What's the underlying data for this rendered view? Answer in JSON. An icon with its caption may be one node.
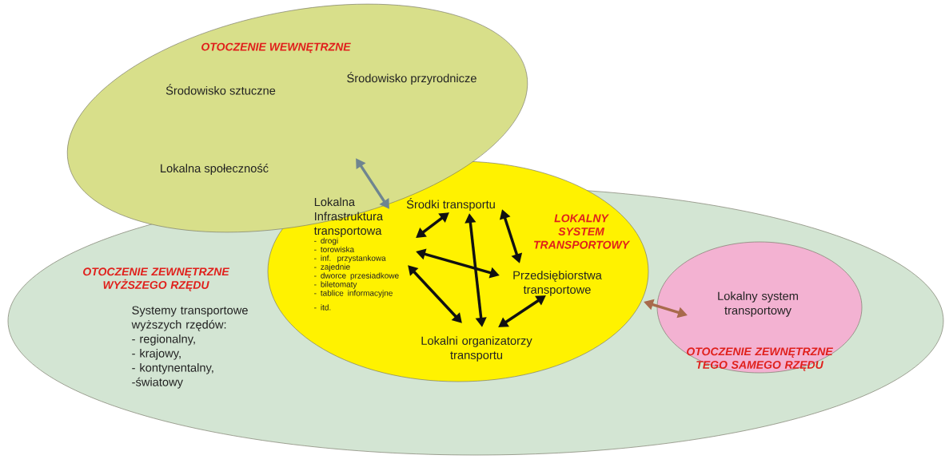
{
  "diagram": {
    "nodes": [
      {
        "text": [
          "OTOCZENIE ZEWNĘTRZNE WYŻSZEGO RZĘDU",
          "Systemy transportowe wyższych rzędów:",
          "- regionalny,",
          "- krajowy,",
          "- kontynentalny,",
          "-światowy"
        ]
      },
      {
        "text": [
          "OTOCZENIE WEWNĘTRZNE",
          "Środowisko sztuczne",
          "Środowisko przyrodnicze",
          "Lokalna społeczność"
        ]
      },
      {
        "text": [
          "LOKALNY SYSTEM TRANSPORTOWY"
        ]
      },
      {
        "text": [
          "Lokalna Infrastruktura transportowa",
          "- drogi",
          "- torowiska",
          "- inf. przystankowa",
          "- zajednie",
          "- dworce przesiadkowe",
          "- biletomaty",
          "- tablice informacyjne",
          "- itd."
        ],
        "in": 2
      },
      {
        "text": [
          "Środki transportu"
        ],
        "in": 2
      },
      {
        "text": [
          "Przedsiębiorstwa transportowe"
        ],
        "in": 2
      },
      {
        "text": [
          "Lokalni organizatorzy transportu"
        ],
        "in": 2
      },
      {
        "text": [
          "Lokalny system transportowy",
          "OTOCZENIE ZEWNĘTRZNE TEGO SAMEGO RZĘDU"
        ],
        "in": 0
      }
    ],
    "edges": [
      {
        "from": 1,
        "to": 2,
        "arrow": "both",
        "color": "#6f8590"
      },
      {
        "from": 3,
        "to": 4,
        "arrow": "both"
      },
      {
        "from": 3,
        "to": 5,
        "arrow": "both"
      },
      {
        "from": 3,
        "to": 6,
        "arrow": "both"
      },
      {
        "from": 4,
        "to": 5,
        "arrow": "both"
      },
      {
        "from": 4,
        "to": 6,
        "arrow": "both"
      },
      {
        "from": 5,
        "to": 6,
        "arrow": "both"
      },
      {
        "from": 2,
        "to": 7,
        "arrow": "both",
        "color": "#a86a4c"
      }
    ]
  }
}
